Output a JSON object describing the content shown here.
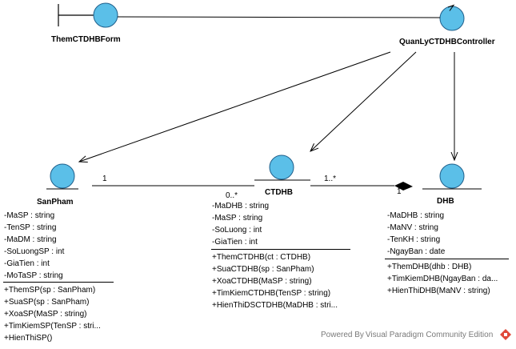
{
  "colors": {
    "entity_fill": "#5bbfe8",
    "entity_stroke": "#1f5f8b",
    "line": "#000000",
    "logo": "#e0493a"
  },
  "boundary": {
    "name": "ThemCTDHBForm"
  },
  "controller": {
    "name": "QuanLyCTDHBController"
  },
  "entities": {
    "sanpham": {
      "name": "SanPham",
      "attributes": [
        "-MaSP : string",
        "-TenSP : string",
        "-MaDM : string",
        "-SoLuongSP : int",
        "-GiaTien : int",
        "-MoTaSP : string"
      ],
      "operations": [
        "+ThemSP(sp : SanPham)",
        "+SuaSP(sp : SanPham)",
        "+XoaSP(MaSP : string)",
        "+TimKiemSP(TenSP : stri...",
        "+HienThiSP()"
      ]
    },
    "ctdhb": {
      "name": "CTDHB",
      "attributes": [
        "-MaDHB : string",
        "-MaSP : string",
        "-SoLuong : int",
        "-GiaTien : int"
      ],
      "operations": [
        "+ThemCTDHB(ct : CTDHB)",
        "+SuaCTDHB(sp : SanPham)",
        "+XoaCTDHB(MaSP : string)",
        "+TimKiemCTDHB(TenSP : string)",
        "+HienThiDSCTDHB(MaDHB : stri..."
      ]
    },
    "dhb": {
      "name": "DHB",
      "attributes": [
        "-MaDHB : string",
        "-MaNV : string",
        "-TenKH : string",
        "-NgayBan : date"
      ],
      "operations": [
        "+ThemDHB(dhb : DHB)",
        "+TimKiemDHB(NgayBan : da...",
        "+HienThiDHB(MaNV : string)"
      ]
    }
  },
  "multiplicities": {
    "sp_side": "1",
    "ct_left": "0..*",
    "ct_right": "1..*",
    "dhb_side": "1"
  },
  "footer": {
    "text": "Powered By Visual Paradigm Community Edition"
  }
}
